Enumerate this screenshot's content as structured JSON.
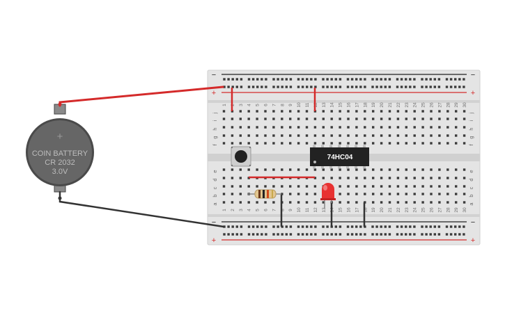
{
  "battery": {
    "line1": "COIN BATTERY",
    "line2": "CR 2032",
    "line3": "3.0V",
    "plus_symbol": "+"
  },
  "chip": {
    "label": "74HC04"
  },
  "breadboard": {
    "row_letters_top": [
      "j",
      "i",
      "h",
      "g",
      "f"
    ],
    "row_letters_bottom": [
      "e",
      "d",
      "c",
      "b",
      "a"
    ],
    "column_numbers": [
      "1",
      "2",
      "3",
      "4",
      "5",
      "6",
      "7",
      "8",
      "9",
      "10",
      "11",
      "12",
      "13",
      "14",
      "15",
      "16",
      "17",
      "18",
      "19",
      "20",
      "21",
      "22",
      "23",
      "24",
      "25",
      "26",
      "27",
      "28",
      "29",
      "30"
    ],
    "rail_minus": "−",
    "rail_plus": "+"
  },
  "colors": {
    "board": "#e6e6e6",
    "rail_red": "#d42a2a",
    "rail_black": "#222222",
    "wire_red": "#d42a2a",
    "wire_dark": "#333333",
    "battery_body": "#555555",
    "chip_body": "#222222",
    "led_red": "#e83232"
  }
}
